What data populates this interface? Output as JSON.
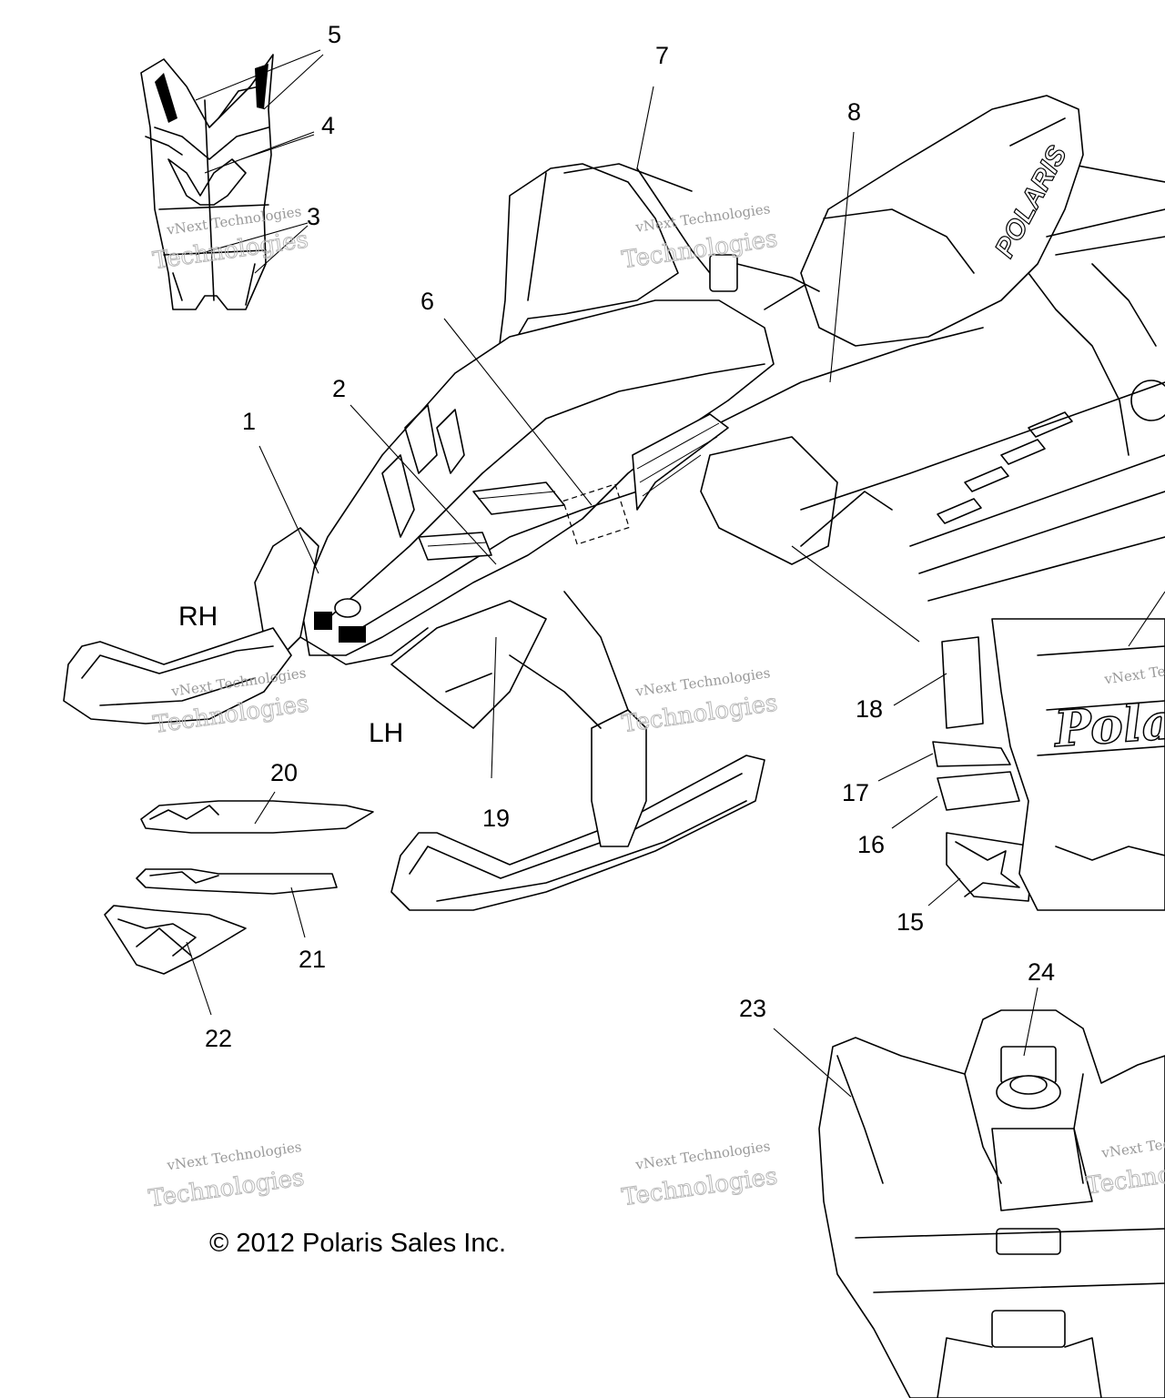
{
  "callouts": [
    {
      "id": "5",
      "label": "5"
    },
    {
      "id": "4",
      "label": "4"
    },
    {
      "id": "3",
      "label": "3"
    },
    {
      "id": "7",
      "label": "7"
    },
    {
      "id": "8",
      "label": "8"
    },
    {
      "id": "6",
      "label": "6"
    },
    {
      "id": "2",
      "label": "2"
    },
    {
      "id": "1",
      "label": "1"
    },
    {
      "id": "18",
      "label": "18"
    },
    {
      "id": "17",
      "label": "17"
    },
    {
      "id": "16",
      "label": "16"
    },
    {
      "id": "15",
      "label": "15"
    },
    {
      "id": "19",
      "label": "19"
    },
    {
      "id": "20",
      "label": "20"
    },
    {
      "id": "21",
      "label": "21"
    },
    {
      "id": "22",
      "label": "22"
    },
    {
      "id": "23",
      "label": "23"
    },
    {
      "id": "24",
      "label": "24"
    }
  ],
  "side_labels": {
    "rh": "RH",
    "lh": "LH"
  },
  "watermark": {
    "line1": "vNext Technologies",
    "line2": "Technologies"
  },
  "brand_text": "POLARIS",
  "copyright": "© 2012 Polaris Sales Inc."
}
